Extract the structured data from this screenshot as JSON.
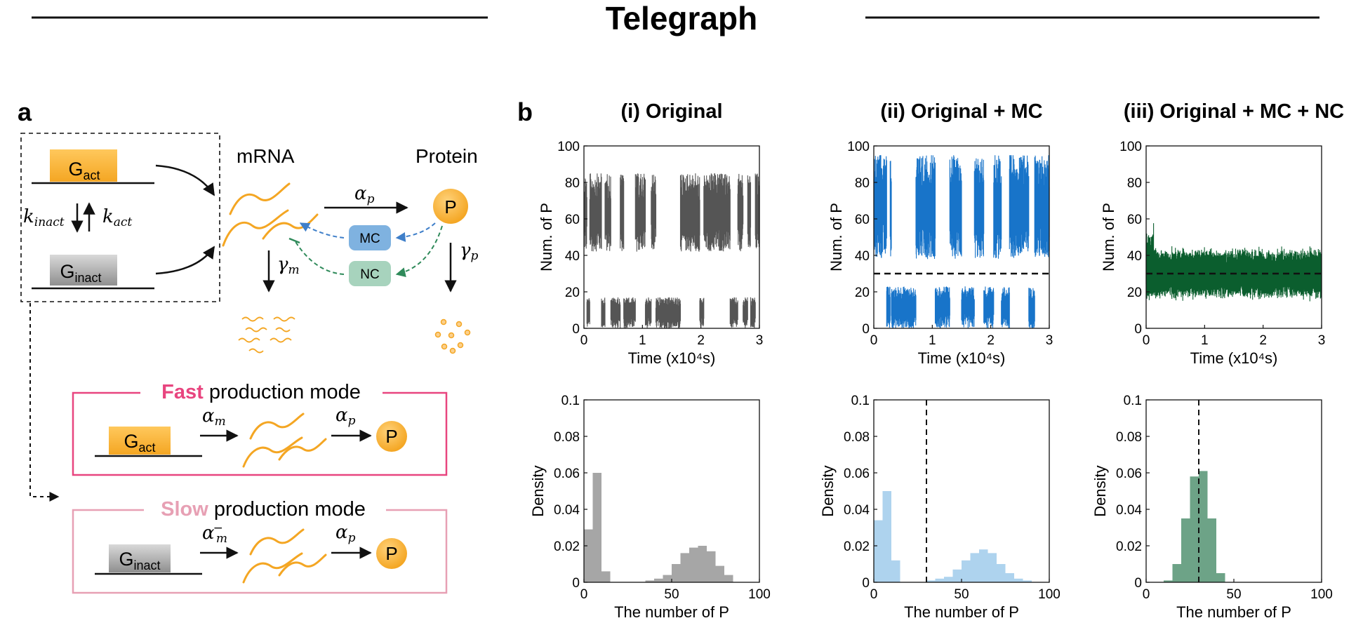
{
  "title": "Telegraph",
  "panel_a": {
    "label": "a",
    "mrna_label": "mRNA",
    "protein_label": "Protein",
    "gene_active": {
      "main": "G",
      "sub": "act"
    },
    "gene_inactive": {
      "main": "G",
      "sub": "inact"
    },
    "k_inact": {
      "main": "k",
      "sub": "inact"
    },
    "k_act": {
      "main": "k",
      "sub": "act"
    },
    "alpha_p": {
      "main": "α",
      "sub": "p"
    },
    "gamma_m": {
      "main": "γ",
      "sub": "m"
    },
    "gamma_p": {
      "main": "γ",
      "sub": "p"
    },
    "protein_symbol": "P",
    "mc_label": "MC",
    "nc_label": "NC",
    "fast_mode": {
      "highlight": "Fast",
      "rest": " production mode",
      "highlight_color": "#e8457f",
      "border_color": "#e8457f"
    },
    "slow_mode": {
      "highlight": "Slow",
      "rest": " production mode",
      "highlight_color": "#e7a0b4",
      "border_color": "#e7a0b4"
    },
    "alpha_m": {
      "main": "α",
      "sub": "m"
    },
    "alpha_m_minus": {
      "main": "α",
      "sub": "m",
      "sup": "−"
    }
  },
  "panel_b": {
    "label": "b",
    "x_time_label": "Time (x10⁴s)",
    "y_traj_label": "Num. of P",
    "x_hist_label": "The number of P",
    "y_hist_label": "Density"
  },
  "colors": {
    "orange": "#f4a623",
    "gray_trace": "#555555",
    "blue_trace": "#1874c9",
    "green_trace": "#0b5e2e",
    "gray_hist": "#a6a6a6",
    "blue_hist": "#aed3ee",
    "green_hist": "#6da387",
    "mc_fill": "#7fb2e0",
    "nc_fill": "#a7d3bd",
    "mc_arrow": "#3f7fc9",
    "nc_arrow": "#2f8a5a"
  },
  "chart_data": [
    {
      "type": "line",
      "title": "(i) Original",
      "xlabel": "Time (x10⁴s)",
      "ylabel": "Num. of P",
      "xlim": [
        0,
        3
      ],
      "ylim": [
        0,
        100
      ],
      "xticks": [
        0,
        1,
        2,
        3
      ],
      "yticks": [
        0,
        20,
        40,
        60,
        80,
        100
      ],
      "series": [
        {
          "color": "#555555",
          "segments": [
            [
              0,
              0.05,
              "on"
            ],
            [
              0.05,
              0.1,
              "off"
            ],
            [
              0.1,
              0.3,
              "on"
            ],
            [
              0.3,
              0.36,
              "off"
            ],
            [
              0.36,
              0.46,
              "on"
            ],
            [
              0.46,
              0.62,
              "off"
            ],
            [
              0.62,
              0.68,
              "on"
            ],
            [
              0.68,
              0.88,
              "off"
            ],
            [
              0.88,
              1.05,
              "on"
            ],
            [
              1.05,
              1.15,
              "off"
            ],
            [
              1.15,
              1.23,
              "on"
            ],
            [
              1.23,
              1.65,
              "off"
            ],
            [
              1.65,
              1.98,
              "on"
            ],
            [
              1.98,
              2.05,
              "off"
            ],
            [
              2.05,
              2.5,
              "on"
            ],
            [
              2.5,
              2.63,
              "off"
            ],
            [
              2.63,
              2.72,
              "on"
            ],
            [
              2.72,
              2.8,
              "off"
            ],
            [
              2.8,
              2.85,
              "on"
            ],
            [
              2.85,
              2.93,
              "off"
            ],
            [
              2.93,
              3.0,
              "on"
            ]
          ],
          "on_level": [
            42,
            85
          ],
          "off_level": [
            0,
            17
          ]
        }
      ]
    },
    {
      "type": "line",
      "title": "(ii) Original + MC",
      "xlabel": "Time (x10⁴s)",
      "ylabel": "Num. of P",
      "xlim": [
        0,
        3
      ],
      "ylim": [
        0,
        100
      ],
      "xticks": [
        0,
        1,
        2,
        3
      ],
      "yticks": [
        0,
        20,
        40,
        60,
        80,
        100
      ],
      "reference_line": 30,
      "series": [
        {
          "color": "#1874c9",
          "segments": [
            [
              0,
              0.22,
              "on"
            ],
            [
              0.22,
              0.28,
              "off"
            ],
            [
              0.28,
              0.3,
              "on"
            ],
            [
              0.3,
              0.72,
              "off"
            ],
            [
              0.72,
              1.05,
              "on"
            ],
            [
              1.05,
              1.3,
              "off"
            ],
            [
              1.3,
              1.5,
              "on"
            ],
            [
              1.5,
              1.72,
              "off"
            ],
            [
              1.72,
              1.88,
              "on"
            ],
            [
              1.88,
              2.05,
              "off"
            ],
            [
              2.05,
              2.18,
              "on"
            ],
            [
              2.18,
              2.32,
              "off"
            ],
            [
              2.32,
              2.65,
              "on"
            ],
            [
              2.65,
              2.75,
              "off"
            ],
            [
              2.75,
              3.0,
              "on"
            ]
          ],
          "on_level": [
            38,
            95
          ],
          "off_level": [
            0,
            23
          ]
        }
      ]
    },
    {
      "type": "line",
      "title": "(iii) Original + MC + NC",
      "xlabel": "Time (x10⁴s)",
      "ylabel": "Num. of P",
      "xlim": [
        0,
        3
      ],
      "ylim": [
        0,
        100
      ],
      "xticks": [
        0,
        1,
        2,
        3
      ],
      "yticks": [
        0,
        20,
        40,
        60,
        80,
        100
      ],
      "reference_line": 30,
      "series": [
        {
          "color": "#0b5e2e",
          "band": [
            12,
            48
          ],
          "mean": 30
        }
      ]
    },
    {
      "type": "bar",
      "xlabel": "The number of P",
      "ylabel": "Density",
      "xlim": [
        0,
        100
      ],
      "ylim": [
        0,
        0.1
      ],
      "xticks": [
        0,
        50,
        100
      ],
      "yticks": [
        0,
        0.02,
        0.04,
        0.06,
        0.08,
        0.1
      ],
      "color": "#a6a6a6",
      "bin_width": 5,
      "bins": [
        0,
        5,
        10,
        35,
        40,
        45,
        50,
        55,
        60,
        65,
        70,
        75,
        80
      ],
      "values": [
        0.029,
        0.06,
        0.006,
        0.001,
        0.002,
        0.004,
        0.01,
        0.016,
        0.019,
        0.02,
        0.017,
        0.009,
        0.004
      ]
    },
    {
      "type": "bar",
      "xlabel": "The number of P",
      "ylabel": "Density",
      "xlim": [
        0,
        100
      ],
      "ylim": [
        0,
        0.1
      ],
      "xticks": [
        0,
        50,
        100
      ],
      "yticks": [
        0,
        0.02,
        0.04,
        0.06,
        0.08,
        0.1
      ],
      "color": "#aed3ee",
      "bin_width": 5,
      "reference_line": 30,
      "bins": [
        0,
        5,
        10,
        30,
        35,
        40,
        45,
        50,
        55,
        60,
        65,
        70,
        75,
        80,
        85
      ],
      "values": [
        0.034,
        0.05,
        0.012,
        0.001,
        0.002,
        0.003,
        0.007,
        0.012,
        0.016,
        0.018,
        0.016,
        0.01,
        0.005,
        0.002,
        0.001
      ]
    },
    {
      "type": "bar",
      "xlabel": "The number of P",
      "ylabel": "Density",
      "xlim": [
        0,
        100
      ],
      "ylim": [
        0,
        0.1
      ],
      "xticks": [
        0,
        50,
        100
      ],
      "yticks": [
        0,
        0.02,
        0.04,
        0.06,
        0.08,
        0.1
      ],
      "color": "#6da387",
      "bin_width": 5,
      "reference_line": 30,
      "bins": [
        10,
        15,
        20,
        25,
        30,
        35,
        40
      ],
      "values": [
        0.001,
        0.01,
        0.035,
        0.058,
        0.061,
        0.035,
        0.005
      ]
    }
  ]
}
